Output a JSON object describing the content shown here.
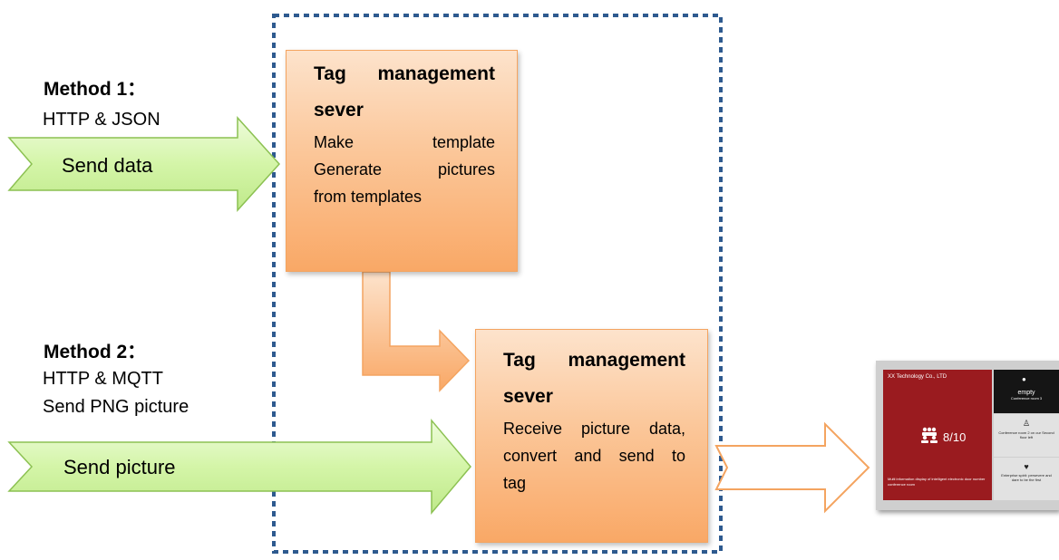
{
  "method1": {
    "title": "Method 1：",
    "line1": "HTTP & JSON",
    "arrow_label": "Send data"
  },
  "method2": {
    "title": "Method 2：",
    "line1": "HTTP & MQTT",
    "line2": "Send PNG picture",
    "arrow_label": "Send picture"
  },
  "server1": {
    "title_line1": "Tag management",
    "title_line2": "sever",
    "lines": [
      "Make template",
      "Generate pictures",
      "from templates"
    ]
  },
  "server2": {
    "title_line1": "Tag management",
    "title_line2": "sever",
    "lines": [
      "Receive picture data,",
      "convert and send to",
      "tag"
    ]
  },
  "tag_display": {
    "company": "XX Technology Co., LTD",
    "count": "8/10",
    "description": "Multi information display of intelligent electronic door number conference room",
    "status": "empty",
    "status_sub": "Conference room 3",
    "cell2_text": "Conference room 2 on our Second floor left",
    "cell3_text": "Enterprise spirit: persevere and dare to be the first"
  },
  "colors": {
    "green_arrow": "#d4f5a8",
    "green_arrow_stroke": "#8cc152",
    "orange_box": "#fbc79a",
    "orange_stroke": "#f4a460",
    "dashed_border": "#2e5a8f",
    "tag_red": "#9a1b1f"
  }
}
